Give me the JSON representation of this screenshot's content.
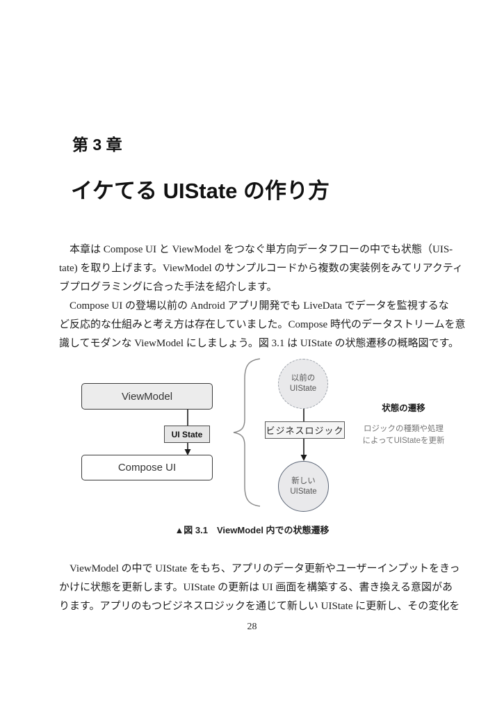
{
  "chapter": {
    "kicker": "第 3 章",
    "title": "イケてる UIState の作り方"
  },
  "body": {
    "p1": {
      "lines": [
        "本章は Compose UI と ViewModel をつなぐ単方向データフローの中でも状態（UIS-",
        "tate) を取り上げます。ViewModel のサンプルコードから複数の実装例をみてリアクティ",
        "ブプログラミングに合った手法を紹介します。"
      ]
    },
    "p2": {
      "lines": [
        "Compose UI の登場以前の Android アプリ開発でも LiveData でデータを監視するな",
        "ど反応的な仕組みと考え方は存在していました。Compose 時代のデータストリームを意",
        "識してモダンな ViewModel にしましょう。図 3.1 は UIState の状態遷移の概略図です。"
      ]
    },
    "p3": {
      "lines": [
        "ViewModel の中で UIState をもち、アプリのデータ更新やユーザーインプットをきっ",
        "かけに状態を更新します。UIState の更新は UI 画面を構築する、書き換える意図があ",
        "ります。アプリのもつビジネスロジックを通じて新しい UIState に更新し、その変化を"
      ]
    }
  },
  "figure": {
    "caption": "▲図 3.1　ViewModel 内での状態遷移",
    "diagram": {
      "viewmodel_label": "ViewModel",
      "uistate_label": "UI State",
      "compose_label": "Compose UI",
      "prev_circle_line1": "以前の",
      "prev_circle_line2": "UIState",
      "logic_label": "ビジネスロジック",
      "new_circle_line1": "新しい",
      "new_circle_line2": "UIState",
      "annotation_title": "状態の遷移",
      "annotation_line1": "ロジックの種類や処理",
      "annotation_line2": "によってUIStateを更新",
      "colors": {
        "box_fill": "#ececec",
        "circle_fill": "#e9e9eb",
        "border_dark": "#3a3a3a",
        "circle_border": "#5a6475",
        "annotation_gray": "#767676",
        "arrow": "#1a1a1a",
        "brace": "#8a8a8a"
      }
    }
  },
  "page": {
    "number": "28"
  }
}
